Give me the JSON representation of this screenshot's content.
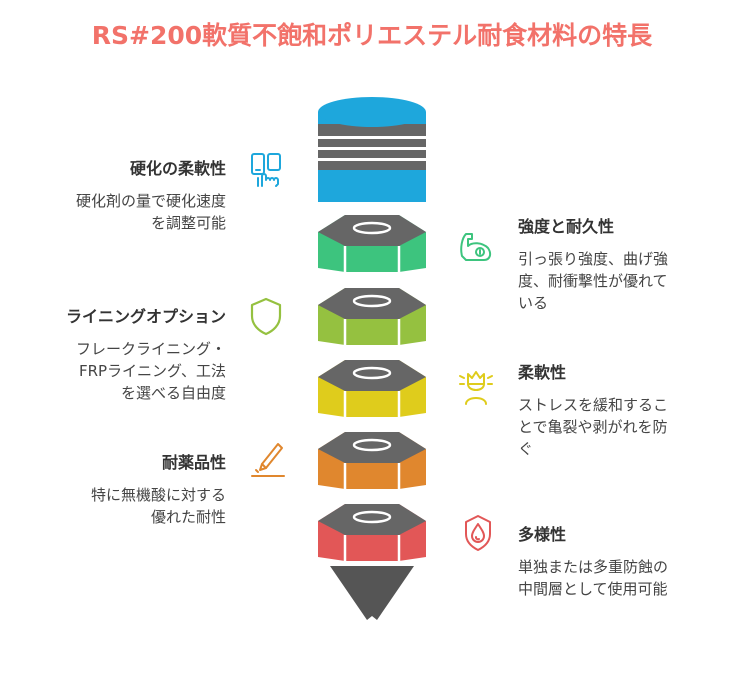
{
  "title": "RS#200軟質不飽和ポリエステル耐食材料の特長",
  "colors": {
    "title": "#f2726a",
    "layer_blue": "#1ea7dc",
    "layer_green": "#3dc47e",
    "layer_lime": "#95c140",
    "layer_yellow": "#dfcc1c",
    "layer_orange": "#e0872e",
    "layer_red": "#e25757",
    "cap_gray": "#666666"
  },
  "features": {
    "left": [
      {
        "title": "硬化の柔軟性",
        "desc_lines": [
          "硬化剤の量で硬化速度",
          "を調整可能"
        ],
        "icon": "tablet-touch-icon"
      },
      {
        "title": "ライニングオプション",
        "desc_lines": [
          "フレークライニング・",
          "FRPライニング、工法",
          "を選べる自由度"
        ],
        "icon": "shield-icon"
      },
      {
        "title": "耐薬品性",
        "desc_lines": [
          "特に無機酸に対する",
          "優れた耐性"
        ],
        "icon": "pen-nib-icon"
      }
    ],
    "right": [
      {
        "title": "強度と耐久性",
        "desc_lines": [
          "引っ張り強度、曲げ強",
          "度、耐衝撃性が優れて",
          "いる"
        ],
        "icon": "flexed-arm-icon"
      },
      {
        "title": "柔軟性",
        "desc_lines": [
          "ストレスを緩和するこ",
          "とで亀裂や剥がれを防",
          "ぐ"
        ],
        "icon": "crowned-person-icon"
      },
      {
        "title": "多様性",
        "desc_lines": [
          "単独または多重防蝕の",
          "中間層として使用可能"
        ],
        "icon": "water-drop-icon"
      }
    ]
  }
}
